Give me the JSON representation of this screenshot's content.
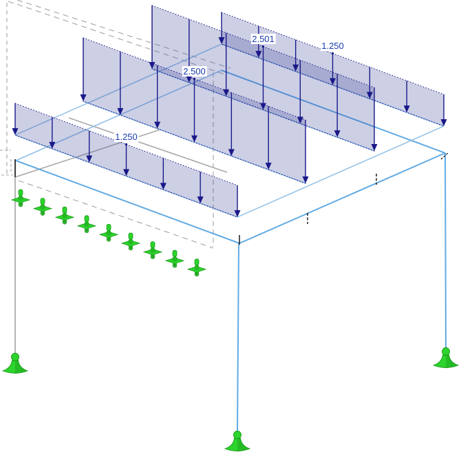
{
  "view": {
    "type": "3d-structural-model-viewport",
    "background": "#ffffff"
  },
  "loads": {
    "bands": [
      {
        "id": "member-load-1",
        "label": "1.250",
        "relative_height": 46
      },
      {
        "id": "member-load-2",
        "label": "2.500",
        "relative_height": 92
      },
      {
        "id": "member-load-3",
        "label": "2.501",
        "relative_height": 92
      },
      {
        "id": "member-load-4",
        "label": "1.250",
        "relative_height": 46
      }
    ],
    "arrows_per_band": 7
  },
  "supports": {
    "row_count": 9,
    "corner_count": 3
  },
  "colors": {
    "load_fill": "rgba(63,70,155,0.26)",
    "load_edge": "#20208c",
    "arrow": "#191989",
    "label_text": "#1c3db2",
    "member_main": "#61abe4",
    "member_faint": "#8fc0e8",
    "support_green": "#2dd42d",
    "support_green_dark": "#1ea21e",
    "support_stroke": "#189818",
    "gray_solid": "#a9a9a9",
    "gray_column": "#b3b3b3",
    "gray_dashed": "#a3a3a3",
    "tick_black": "#0a0a0a"
  }
}
